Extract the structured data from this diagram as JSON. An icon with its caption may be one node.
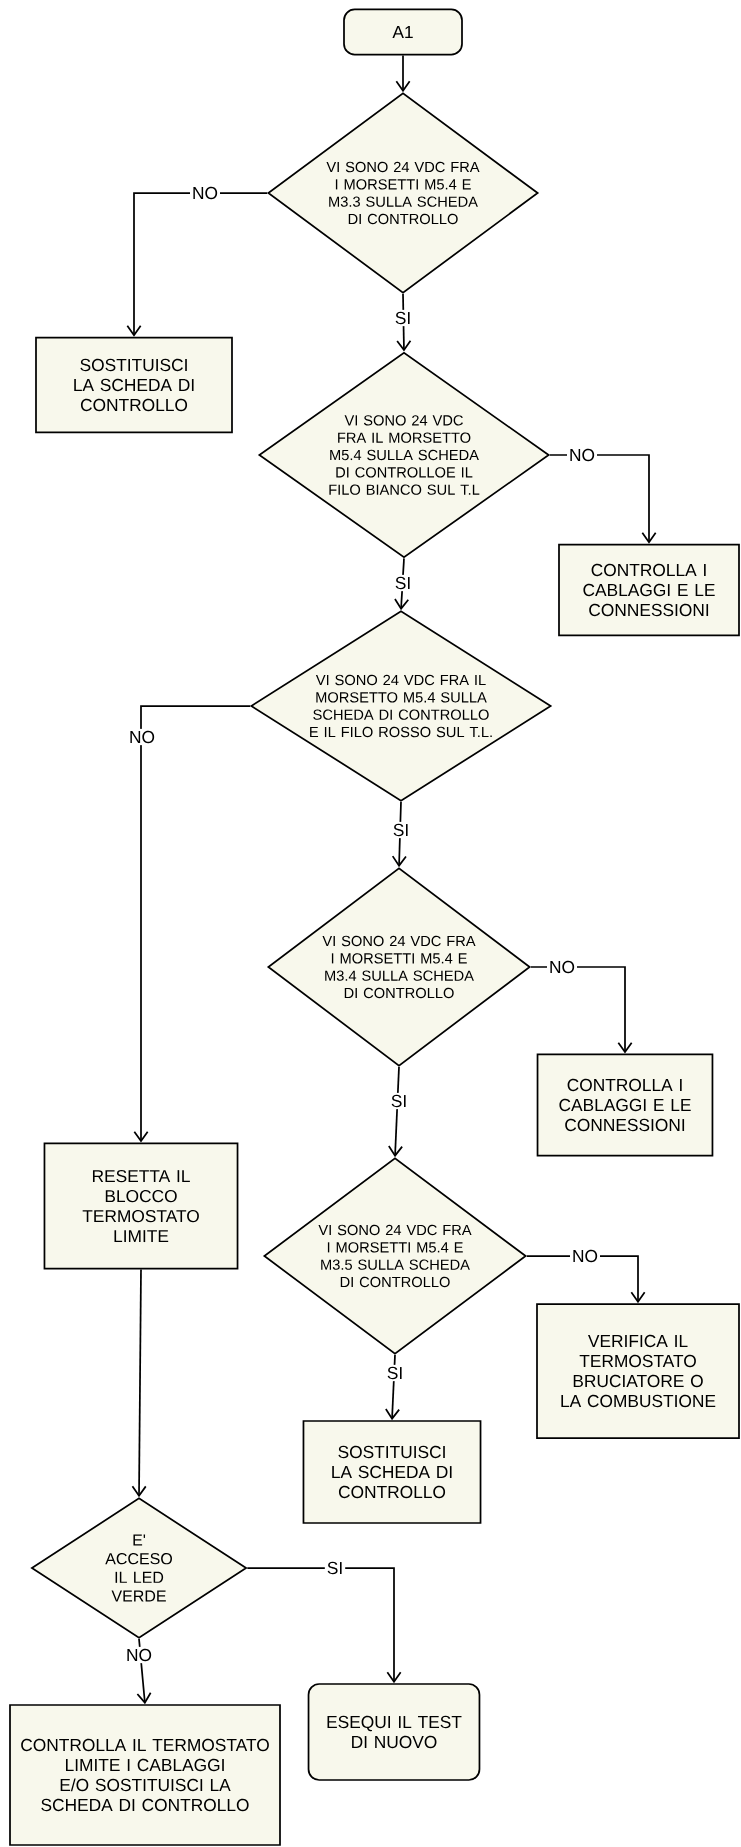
{
  "diagram": {
    "nodes": [
      {
        "text": [
          "A1"
        ]
      },
      {
        "text": [
          "VI SONO 24 VDC FRA I MORSETTI M5.4 E M3.3 SULLA SCHEDA DI CONTROLLO"
        ]
      },
      {
        "text": [
          "SOSTITUISCI LA SCHEDA DI CONTROLLO"
        ]
      },
      {
        "text": [
          "VI SONO 24 VDC FRA IL MORSETTO M5.4 SULLA SCHEDA DI CONTROLLOE IL FILO BIANCO SUL T.L"
        ]
      },
      {
        "text": [
          "CONTROLLA I CABLAGGI E LE CONNESSIONI"
        ]
      },
      {
        "text": [
          "VI SONO 24 VDC FRA IL MORSETTO M5.4 SULLA SCHEDA DI CONTROLLO E IL FILO ROSSO SUL T.L."
        ]
      },
      {
        "text": [
          "VI SONO 24 VDC FRA I MORSETTI M5.4 E M3.4 SULLA SCHEDA DI CONTROLLO"
        ]
      },
      {
        "text": [
          "CONTROLLA I CABLAGGI E LE CONNESSIONI"
        ]
      },
      {
        "text": [
          "RESETTA IL BLOCCO TERMOSTATO LIMITE"
        ]
      },
      {
        "text": [
          "VI SONO 24 VDC FRA I MORSETTI M5.4 E M3.5 SULLA SCHEDA DI CONTROLLO"
        ]
      },
      {
        "text": [
          "VERIFICA IL TERMOSTATO BRUCIATORE O LA COMBUSTIONE"
        ]
      },
      {
        "text": [
          "SOSTITUISCI LA SCHEDA DI CONTROLLO"
        ]
      },
      {
        "text": [
          "E' ACCESO IL LED VERDE"
        ]
      },
      {
        "text": [
          "CONTROLLA IL TERMOSTATO LIMITE I CABLAGGI E/O SOSTITUISCI LA SCHEDA DI CONTROLLO"
        ]
      },
      {
        "text": [
          "ESEQUI IL TEST DI NUOVO"
        ]
      }
    ],
    "edges": [
      {
        "from": 0,
        "to": 1,
        "arrow": "to"
      },
      {
        "from": 1,
        "to": 2,
        "arrow": "to",
        "label": "NO"
      },
      {
        "from": 1,
        "to": 3,
        "arrow": "to",
        "label": "SI"
      },
      {
        "from": 3,
        "to": 4,
        "arrow": "to",
        "label": "NO"
      },
      {
        "from": 3,
        "to": 5,
        "arrow": "to",
        "label": "SI"
      },
      {
        "from": 5,
        "to": 8,
        "arrow": "to",
        "label": "NO"
      },
      {
        "from": 5,
        "to": 6,
        "arrow": "to",
        "label": "SI"
      },
      {
        "from": 6,
        "to": 7,
        "arrow": "to",
        "label": "NO"
      },
      {
        "from": 6,
        "to": 9,
        "arrow": "to",
        "label": "SI"
      },
      {
        "from": 9,
        "to": 10,
        "arrow": "to",
        "label": "NO"
      },
      {
        "from": 9,
        "to": 11,
        "arrow": "to",
        "label": "SI"
      },
      {
        "from": 8,
        "to": 12,
        "arrow": "to"
      },
      {
        "from": 12,
        "to": 14,
        "arrow": "to",
        "label": "SI"
      },
      {
        "from": 12,
        "to": 13,
        "arrow": "to",
        "label": "NO"
      }
    ]
  }
}
